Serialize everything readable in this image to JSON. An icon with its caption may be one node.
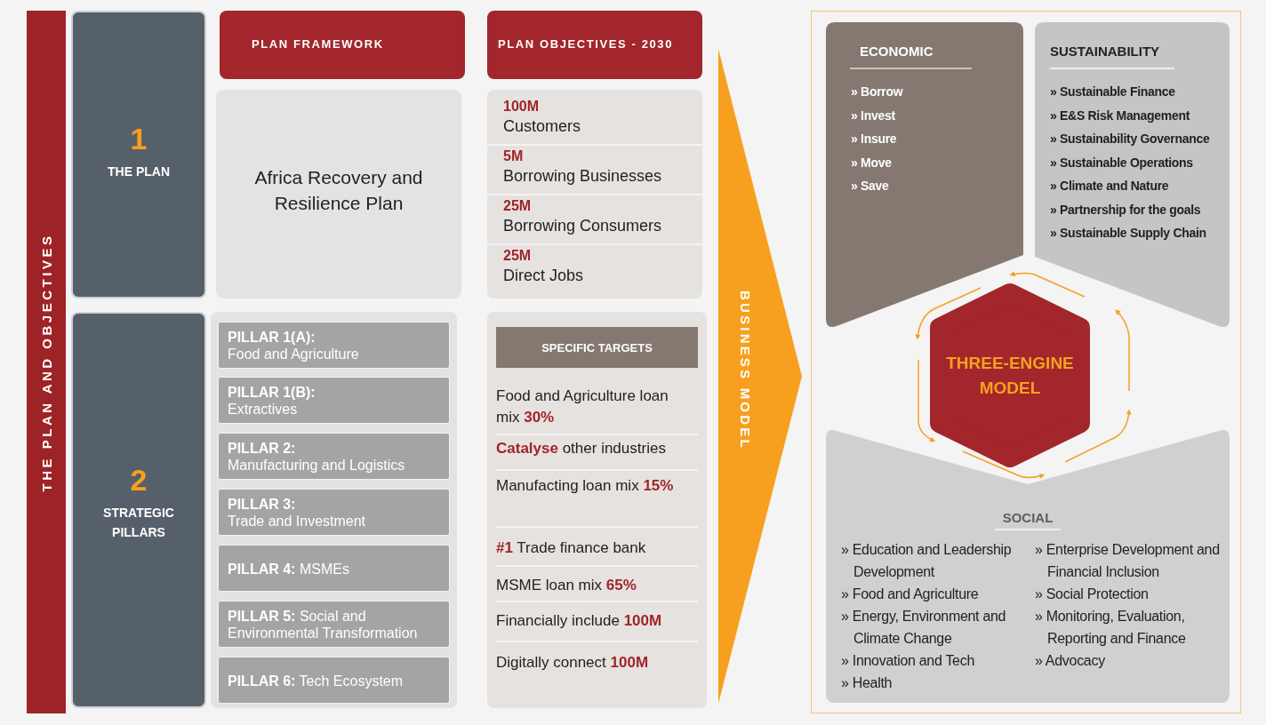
{
  "diagram": {
    "nodes": [
      {
        "text": [
          "THE PLAN AND OBJECTIVES"
        ]
      },
      {
        "text": [
          "1",
          "THE PLAN"
        ]
      },
      {
        "text": [
          "2",
          "STRATEGIC PILLARS"
        ]
      },
      {
        "text": [
          "PLAN FRAMEWORK"
        ]
      },
      {
        "text": [
          "PLAN OBJECTIVES - 2030"
        ]
      },
      {
        "text": [
          "Africa Recovery and Resilience Plan"
        ]
      },
      {
        "text": [
          "100M",
          "Customers",
          "5M",
          "Borrowing Businesses",
          "25M",
          "Borrowing Consumers",
          "25M",
          "Direct Jobs"
        ]
      },
      {
        "text": [],
        "shape": "box"
      },
      {
        "text": [
          "PILLAR 1(A):",
          "Food and Agriculture"
        ],
        "in": 7
      },
      {
        "text": [
          "PILLAR 1(B):",
          "Extractives"
        ],
        "in": 7
      },
      {
        "text": [
          "PILLAR 2:",
          "Manufacturing and Logistics"
        ],
        "in": 7
      },
      {
        "text": [
          "PILLAR 3:",
          "Trade and Investment"
        ],
        "in": 7
      },
      {
        "text": [
          "**PILLAR 4:** MSMEs"
        ],
        "in": 7
      },
      {
        "text": [
          "**PILLAR 5:** Social and Environmental Transformation"
        ],
        "in": 7
      },
      {
        "text": [
          "**PILLAR 6:** Tech Ecosystem"
        ],
        "in": 7
      },
      {
        "text": [
          "Food and Agriculture loan mix **30%**",
          "**Catalyse** other industries",
          "Manufacting loan mix **15%**",
          "**#1** Trade finance bank",
          "MSME loan mix **65%**",
          "Financially include **100M**",
          "Digitally connect **100M**"
        ]
      },
      {
        "text": [
          "SPECIFIC TARGETS"
        ],
        "in": 15
      },
      {
        "text": [
          "BUSINESS MODEL"
        ]
      },
      {
        "text": [],
        "shape": "box"
      },
      {
        "text": [
          "ECONOMIC",
          "» Borrow",
          "» Invest",
          "» Insure",
          "» Move",
          "» Save"
        ],
        "in": 18
      },
      {
        "text": [
          "SUSTAINABILITY",
          "» Sustainable Finance",
          "» E&S Risk Management",
          "» Sustainability Governance",
          "» Sustainable Operations",
          "» Climate and Nature",
          "» Partnership for the goals",
          "» Sustainable Supply Chain"
        ],
        "in": 18
      },
      {
        "text": [
          "THREE-ENGINE MODEL"
        ],
        "in": 18
      },
      {
        "text": [
          "SOCIAL",
          "» Education and Leadership Development",
          "» Food and Agriculture",
          "» Energy, Environment and Climate Change",
          "» Innovation and Tech",
          "» Health",
          "» Enterprise Development and Financial Inclusion",
          "» Social Protection",
          "» Monitoring,  Evaluation, Reporting and Finance",
          "» Advocacy"
        ],
        "in": 18
      }
    ]
  }
}
